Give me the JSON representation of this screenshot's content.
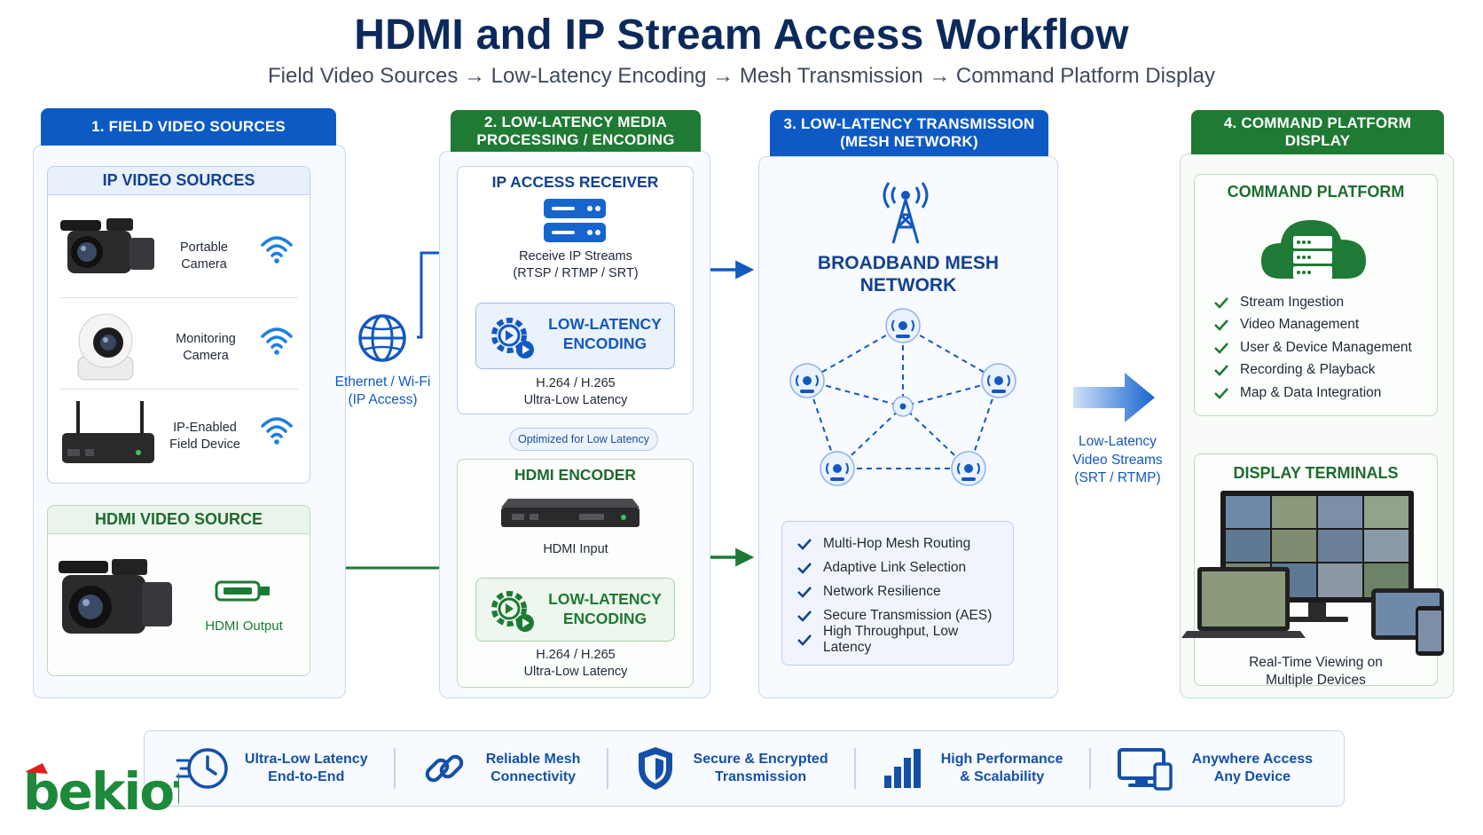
{
  "header": {
    "title": "HDMI and IP Stream Access Workflow",
    "subtitle": "Field Video Sources → Low-Latency Encoding → Mesh Transmission → Command Platform Display"
  },
  "col1": {
    "heading": "1. FIELD VIDEO SOURCES",
    "ip_section": "IP VIDEO SOURCES",
    "ip_devices": [
      {
        "line1": "Portable",
        "line2": "Camera"
      },
      {
        "line1": "Monitoring",
        "line2": "Camera"
      },
      {
        "line1": "IP-Enabled",
        "line2": "Field Device"
      }
    ],
    "hdmi_section": "HDMI VIDEO SOURCE",
    "hdmi_output": "HDMI Output",
    "access_line1": "Ethernet / Wi-Fi",
    "access_line2": "(IP Access)"
  },
  "col2": {
    "heading_line1": "2. LOW-LATENCY MEDIA",
    "heading_line2": "PROCESSING / ENCODING",
    "ip_receiver": {
      "title": "IP ACCESS RECEIVER",
      "desc_line1": "Receive IP Streams",
      "desc_line2": "(RTSP / RTMP / SRT)",
      "enc_line1": "LOW-LATENCY",
      "enc_line2": "ENCODING",
      "codec": "H.264 / H.265",
      "latency": "Ultra-Low Latency"
    },
    "badge": "Optimized for Low Latency",
    "hdmi_encoder": {
      "title": "HDMI ENCODER",
      "input": "HDMI Input",
      "enc_line1": "LOW-LATENCY",
      "enc_line2": "ENCODING",
      "codec": "H.264 / H.265",
      "latency": "Ultra-Low Latency"
    }
  },
  "col3": {
    "heading_line1": "3. LOW-LATENCY TRANSMISSION",
    "heading_line2": "(MESH NETWORK)",
    "network_line1": "BROADBAND MESH",
    "network_line2": "NETWORK",
    "features": [
      "Multi-Hop Mesh Routing",
      "Adaptive Link Selection",
      "Network Resilience",
      "Secure Transmission (AES)",
      "High Throughput, Low Latency"
    ]
  },
  "streams": {
    "line1": "Low-Latency",
    "line2": "Video Streams",
    "line3": "(SRT / RTMP)"
  },
  "col4": {
    "heading_line1": "4. COMMAND PLATFORM",
    "heading_line2": "DISPLAY",
    "platform_title": "COMMAND PLATFORM",
    "platform_features": [
      "Stream Ingestion",
      "Video Management",
      "User & Device Management",
      "Recording & Playback",
      "Map & Data Integration"
    ],
    "terminals_title": "DISPLAY TERMINALS",
    "terminals_line1": "Real-Time Viewing on",
    "terminals_line2": "Multiple Devices"
  },
  "footer_features": [
    {
      "line1": "Ultra-Low Latency",
      "line2": "End-to-End",
      "icon": "clock-speed-icon"
    },
    {
      "line1": "Reliable Mesh",
      "line2": "Connectivity",
      "icon": "link-icon"
    },
    {
      "line1": "Secure & Encrypted",
      "line2": "Transmission",
      "icon": "shield-icon"
    },
    {
      "line1": "High Performance",
      "line2": "& Scalability",
      "icon": "bar-chart-icon"
    },
    {
      "line1": "Anywhere Access",
      "line2": "Any Device",
      "icon": "devices-icon"
    }
  ],
  "logo": {
    "text": "bekiot"
  },
  "colors": {
    "blue": "#0d5ac4",
    "green": "#1f7a34",
    "navy": "#0b2a5b",
    "logo_red": "#e21d1d"
  }
}
